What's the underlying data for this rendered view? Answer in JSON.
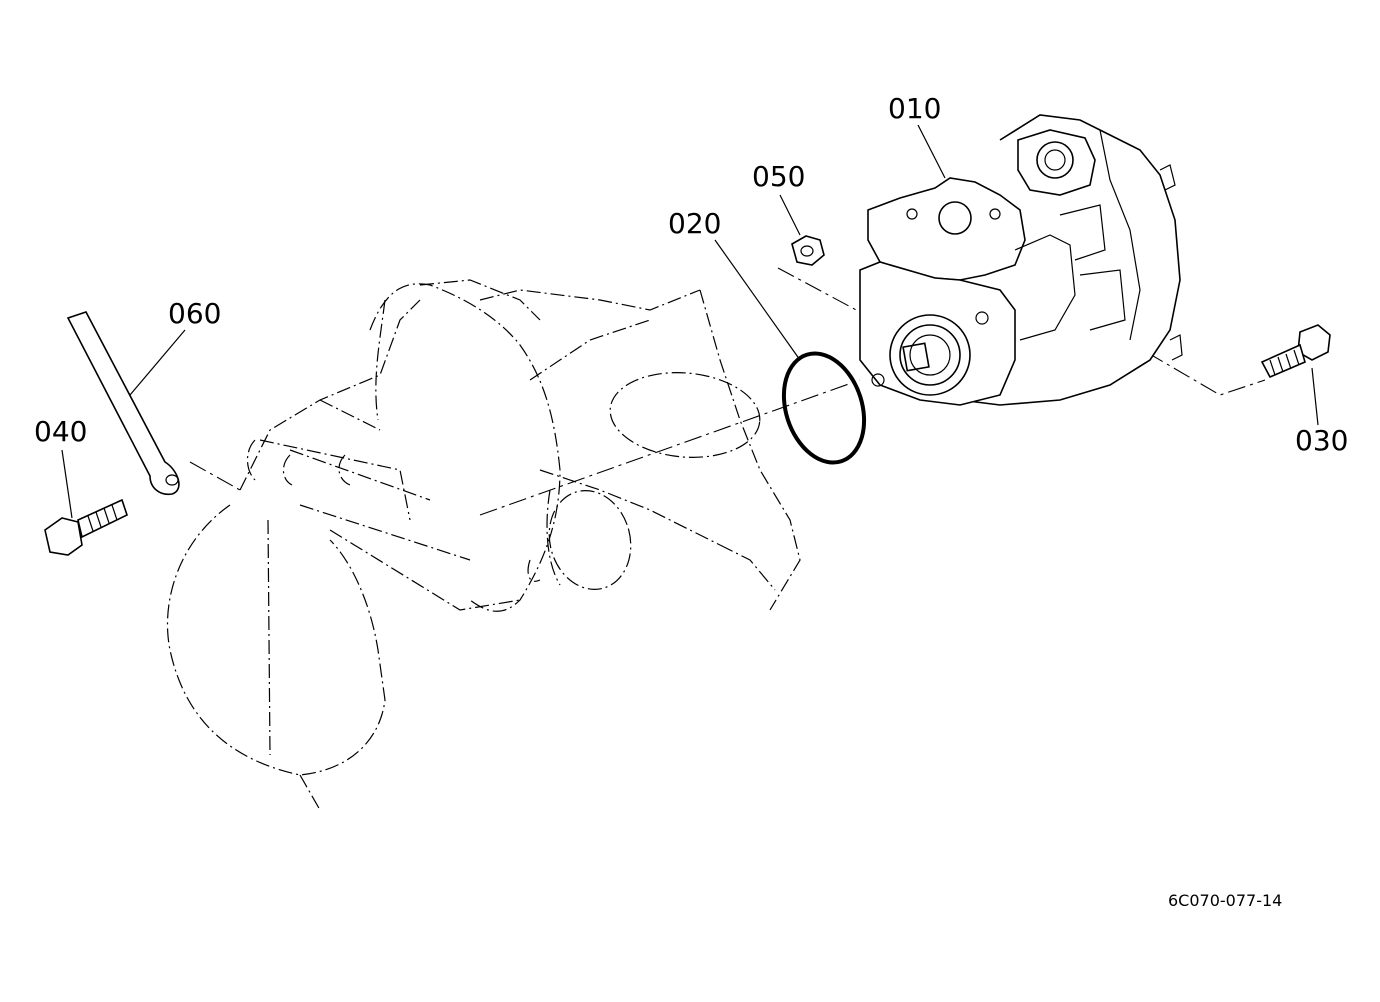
{
  "parts": [
    {
      "id": "pump",
      "label": "010"
    },
    {
      "id": "oring",
      "label": "020"
    },
    {
      "id": "bolt-right",
      "label": "030"
    },
    {
      "id": "bolt-left",
      "label": "040"
    },
    {
      "id": "nut",
      "label": "050"
    },
    {
      "id": "strap",
      "label": "060"
    }
  ],
  "drawing_code": "6C070-077-14"
}
